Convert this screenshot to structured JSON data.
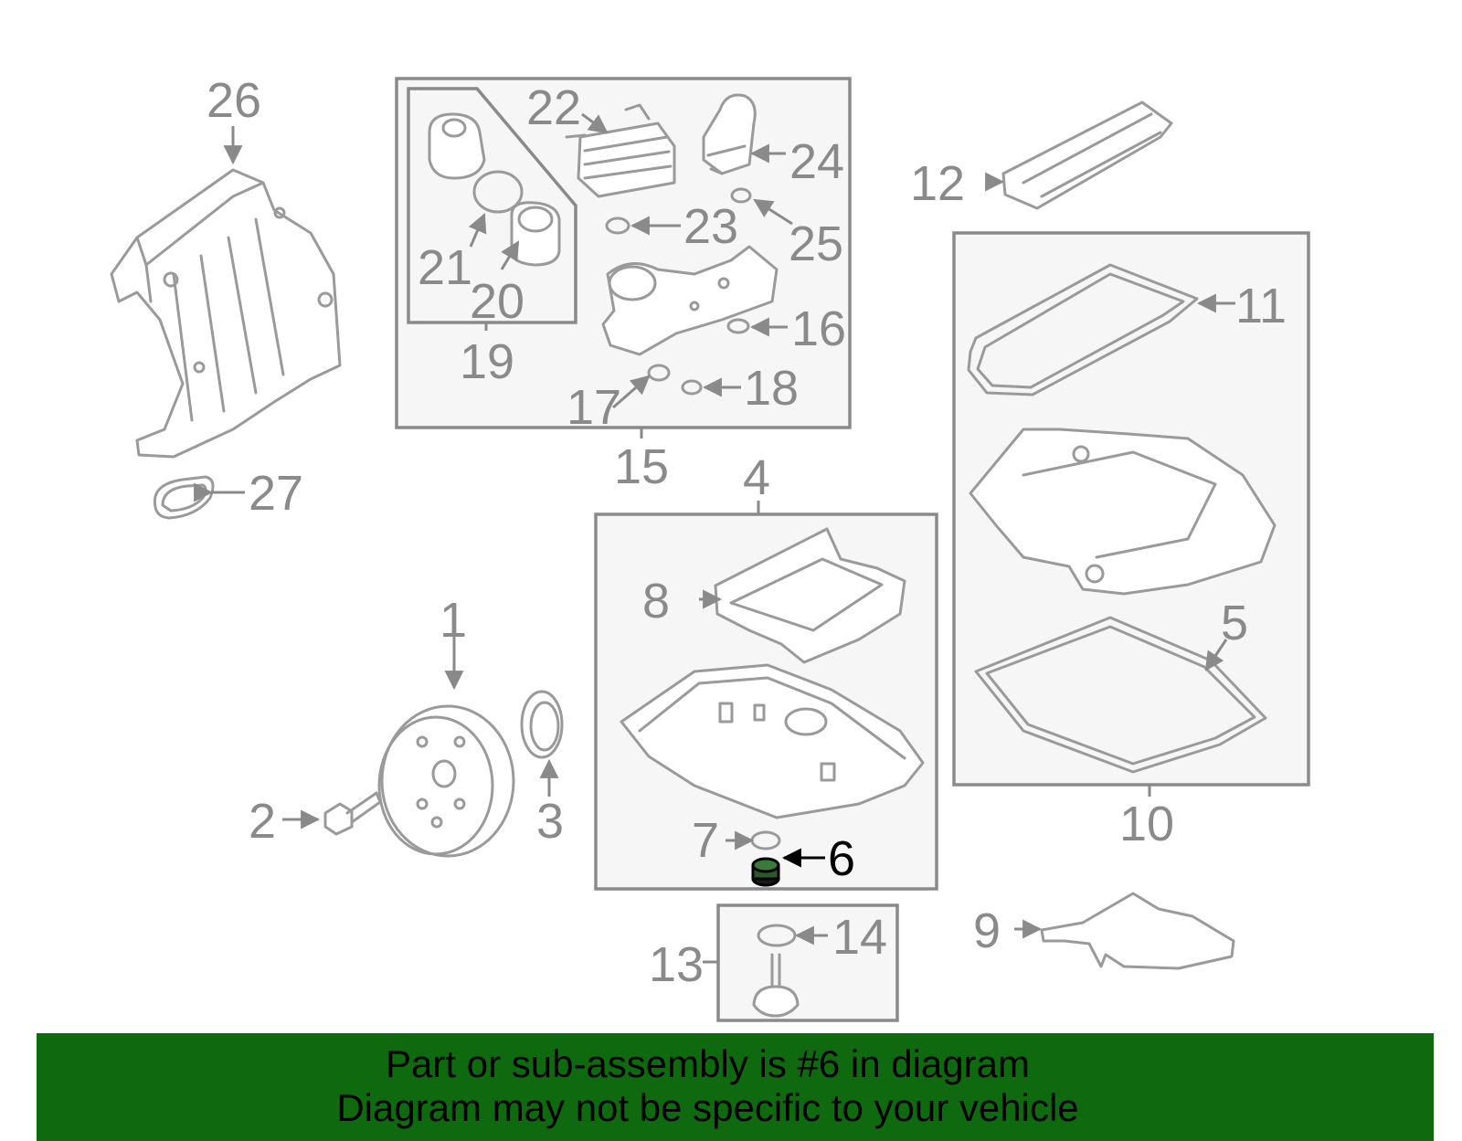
{
  "callouts": {
    "c1": "1",
    "c2": "2",
    "c3": "3",
    "c4": "4",
    "c5": "5",
    "c6": "6",
    "c7": "7",
    "c8": "8",
    "c9": "9",
    "c10": "10",
    "c11": "11",
    "c12": "12",
    "c13": "13",
    "c14": "14",
    "c15": "15",
    "c16": "16",
    "c17": "17",
    "c18": "18",
    "c19": "19",
    "c20": "20",
    "c21": "21",
    "c22": "22",
    "c23": "23",
    "c24": "24",
    "c25": "25",
    "c26": "26",
    "c27": "27"
  },
  "highlighted_part": "6",
  "banner": {
    "line1": "Part or sub-assembly is #6 in diagram",
    "line2": "Diagram may not be specific to your vehicle"
  },
  "colors": {
    "banner_bg": "#0f6a0f",
    "highlight": "#000000",
    "line_art": "#9a9a9a"
  }
}
